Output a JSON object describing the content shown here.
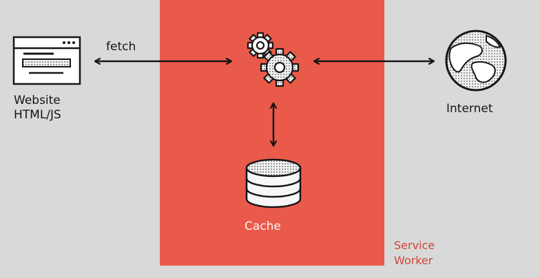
{
  "diagram": {
    "website_label_line1": "Website",
    "website_label_line2": "HTML/JS",
    "fetch_label": "fetch",
    "internet_label": "Internet",
    "cache_label": "Cache",
    "service_worker_line1": "Service",
    "service_worker_line2": "Worker"
  },
  "icons": {
    "website": "browser-window-icon",
    "engine": "gears-icon",
    "internet": "globe-icon",
    "cache": "database-icon"
  },
  "colors": {
    "background": "#d9d9d9",
    "service_worker_zone": "#ea5a4a",
    "service_worker_text": "#d0463a",
    "ink": "#151515"
  }
}
